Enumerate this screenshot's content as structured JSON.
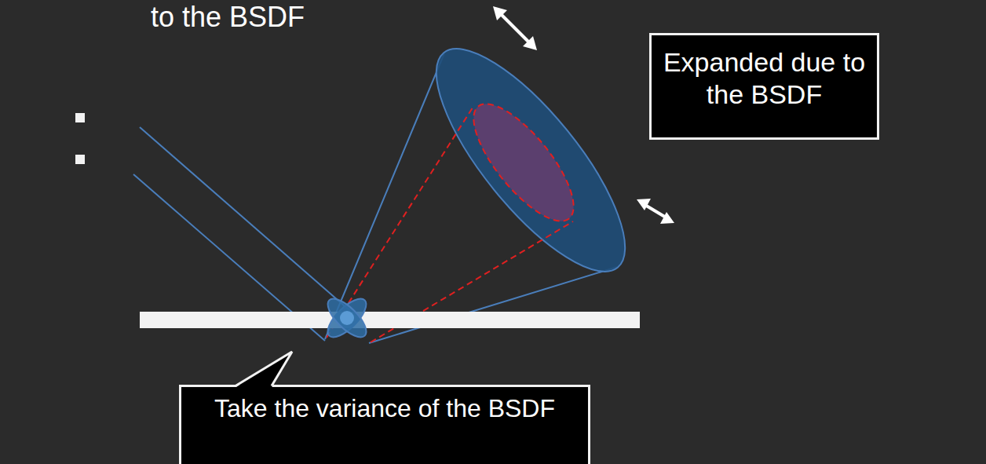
{
  "diagram": {
    "nodes": [
      {
        "text": [
          "Expanded due to the BSDF"
        ]
      },
      {
        "text": [
          "Take the variance of the BSDF"
        ]
      }
    ],
    "labels": [
      "to the BSDF"
    ]
  }
}
